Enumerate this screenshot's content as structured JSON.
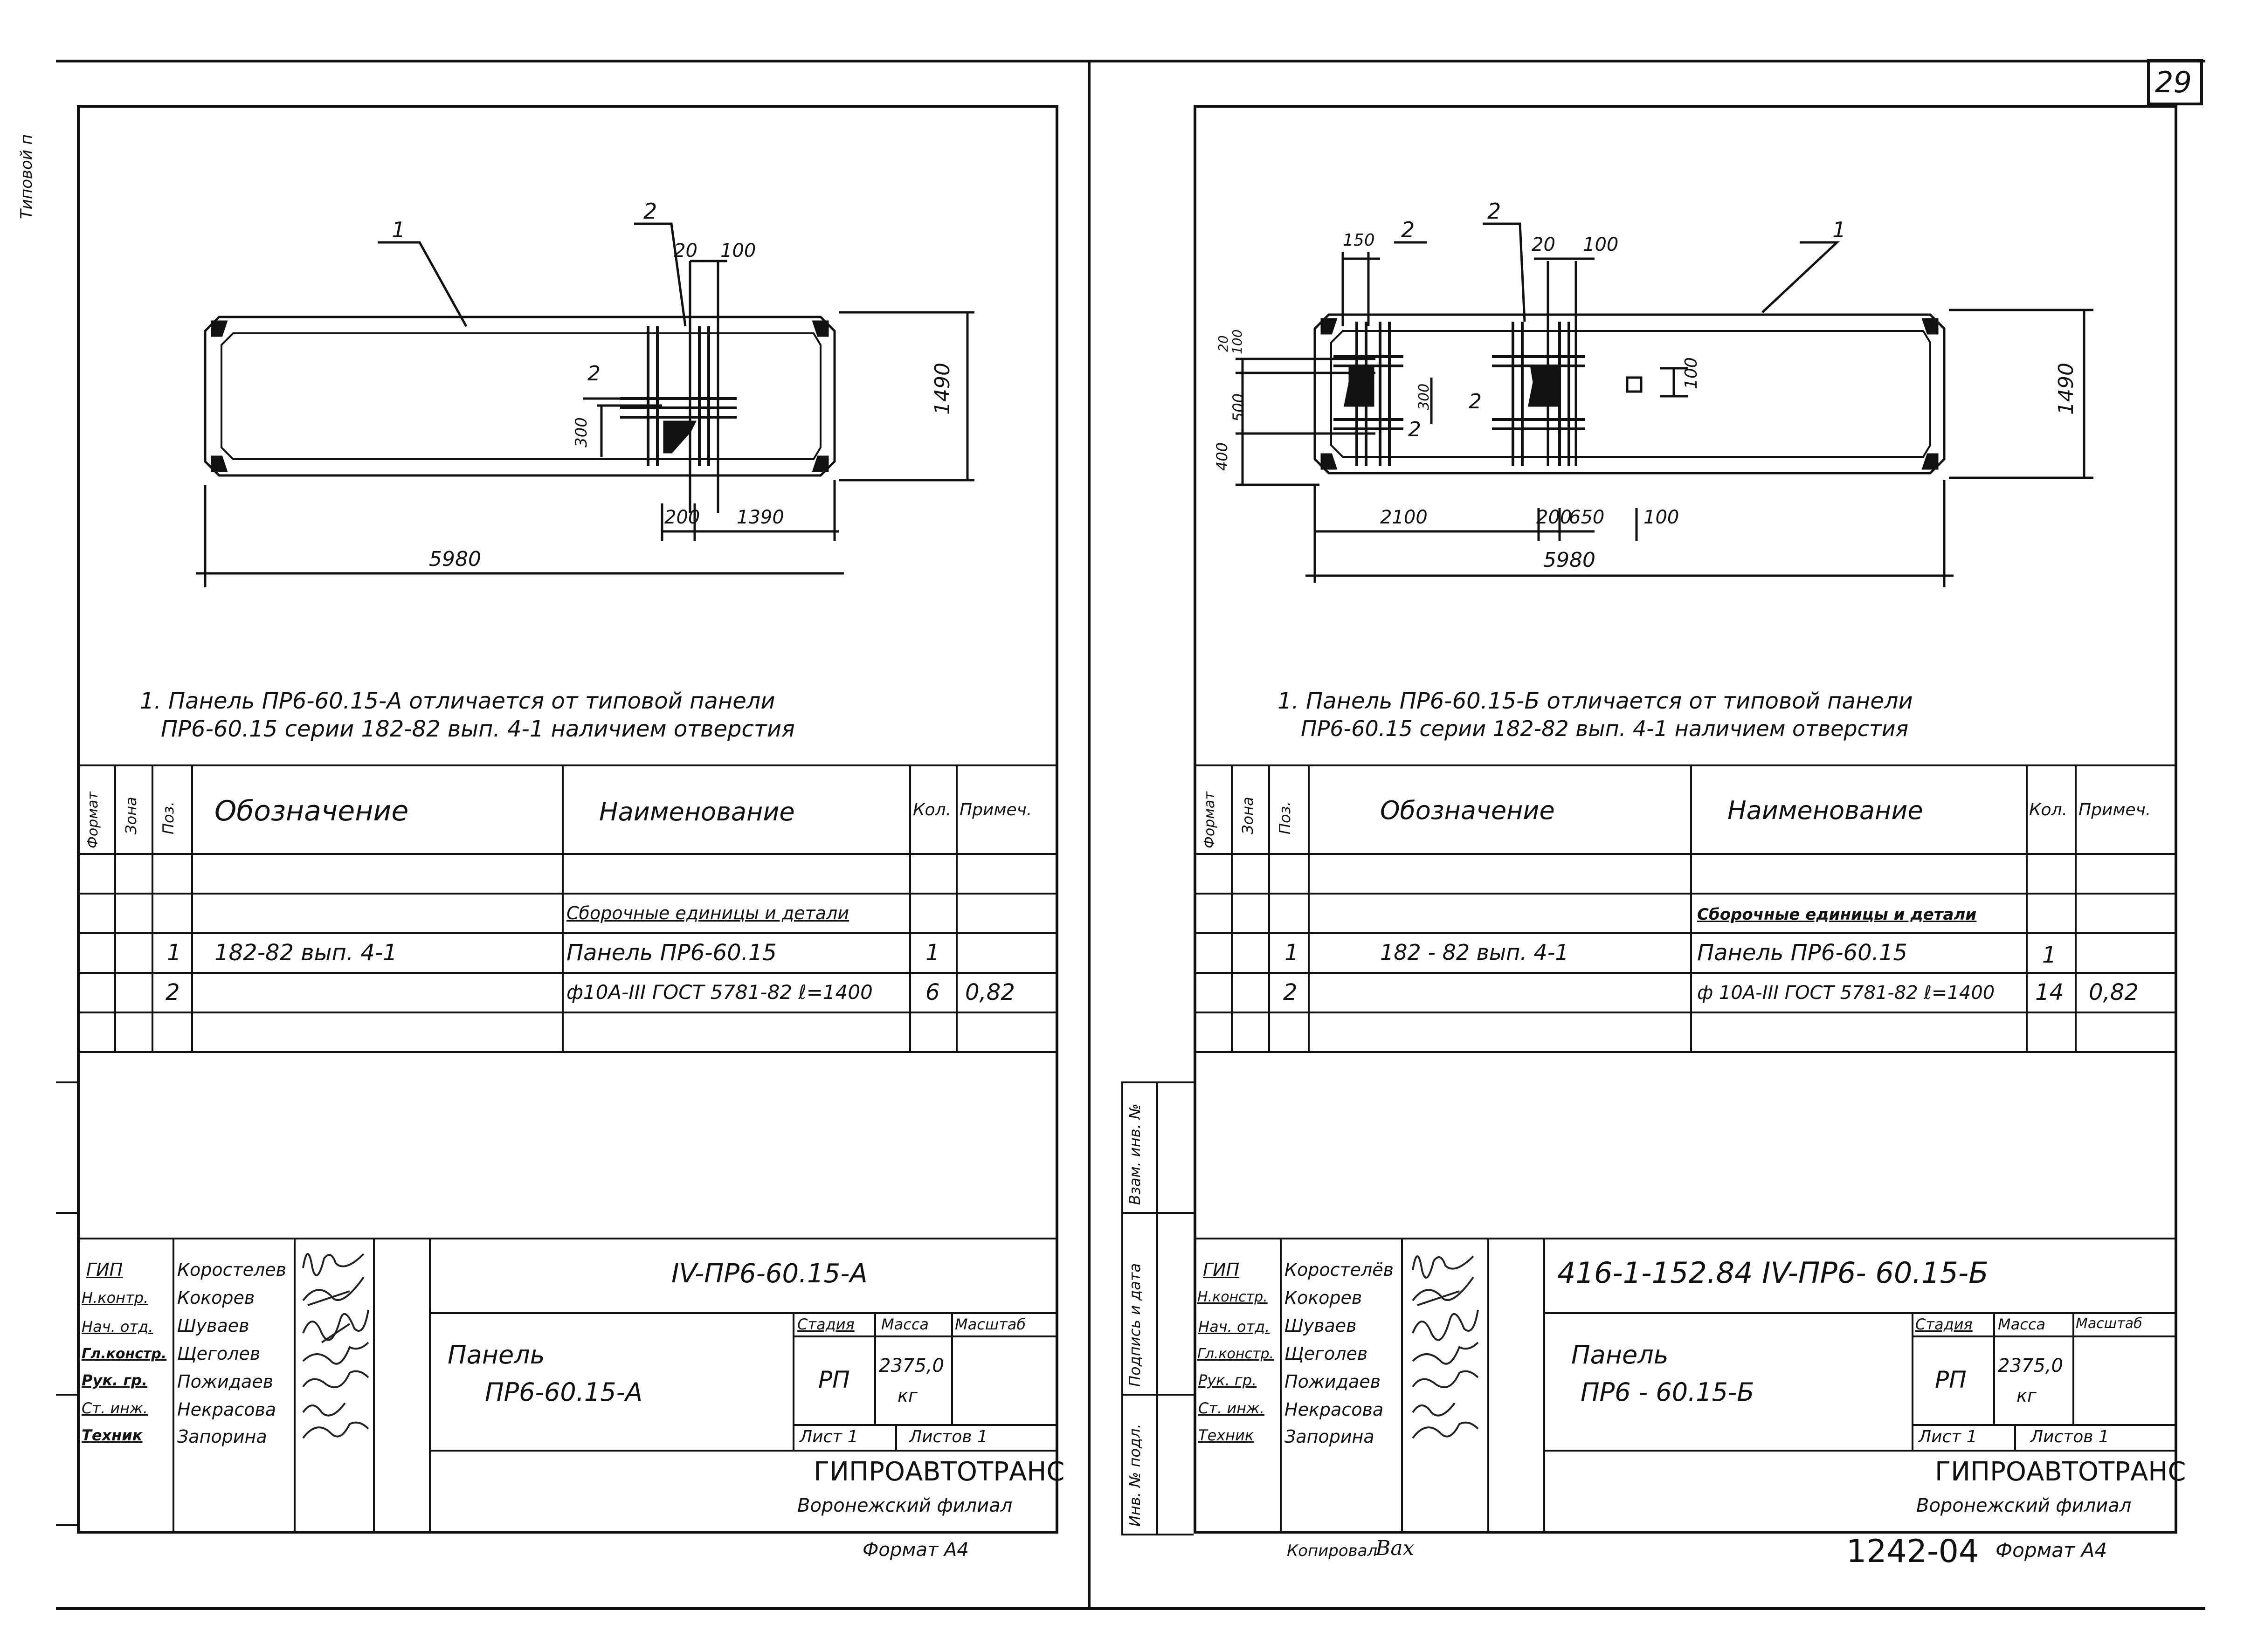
{
  "page_number": "29",
  "left_margin_stamp": "Типовой п",
  "side_labels": [
    "Инв. № подл.",
    "Подпись и дата",
    "Взам. инв. №"
  ],
  "sheets": [
    {
      "drawing": {
        "dimensions": {
          "d1": "1",
          "d2a": "2",
          "d20": "20",
          "d100": "100",
          "d2b": "2",
          "d300": "300",
          "d1490": "1490",
          "d200": "200",
          "d1390": "1390",
          "d5980": "5980"
        }
      },
      "note_line1": "1. Панель ПР6-60.15-А отличается от типовой панели",
      "note_line2": "ПР6-60.15 серии 182-82 вып. 4-1 наличием отверстия",
      "table": {
        "headers": {
          "format": "Формат",
          "zone": "Зона",
          "pos": "Поз.",
          "designation": "Обозначение",
          "name": "Наименование",
          "qty": "Кол.",
          "note": "Примеч."
        },
        "rows": [
          {
            "pos": "",
            "designation": "",
            "name": "Сборочные единицы и детали",
            "qty": "",
            "note": ""
          },
          {
            "pos": "1",
            "designation": "182-82   вып. 4-1",
            "name": "Панель ПР6-60.15",
            "qty": "1",
            "note": ""
          },
          {
            "pos": "2",
            "designation": "",
            "name": "ф10А-III ГОСТ 5781-82 ℓ=1400",
            "qty": "6",
            "note": "0,82"
          }
        ]
      },
      "title_block": {
        "code": "IV-ПР6-60.15-А",
        "people": [
          {
            "role": "ГИП",
            "name": "Коростелев"
          },
          {
            "role": "Н.контр.",
            "name": "Кокорев"
          },
          {
            "role": "Нач. отд.",
            "name": "Шуваев"
          },
          {
            "role": "Гл.констр.",
            "name": "Щеголев"
          },
          {
            "role": "Рук. гр.",
            "name": "Пожидаев"
          },
          {
            "role": "Ст. инж.",
            "name": "Некрасова"
          },
          {
            "role": "Техник",
            "name": "Запорина"
          }
        ],
        "item_name_1": "Панель",
        "item_name_2": "ПР6-60.15-А",
        "stage_label": "Стадия",
        "mass_label": "Масса",
        "scale_label": "Масштаб",
        "stage": "РП",
        "mass": "2375,0",
        "mass_unit": "кг",
        "sheet_label": "Лист 1",
        "sheets_label": "Листов 1",
        "org": "ГИПРОАВТОТРАНС",
        "branch": "Воронежский филиал"
      },
      "format": "Формат А4"
    },
    {
      "drawing": {
        "dimensions": {
          "d150": "150",
          "d2a": "2",
          "d2b": "2",
          "d20": "20",
          "d100": "100",
          "d1": "1",
          "d20v": "20",
          "d100v": "100",
          "d300": "300",
          "d2c": "2",
          "d2d": "2",
          "d100b": "100",
          "d400": "400",
          "d500": "500",
          "d1490": "1490",
          "d2100": "2100",
          "d200": "200",
          "d650": "650",
          "d100c": "100",
          "d5980": "5980"
        }
      },
      "note_line1": "1. Панель ПР6-60.15-Б отличается от типовой панели",
      "note_line2": "ПР6-60.15  серии 182-82 вып. 4-1 наличием отверстия",
      "table": {
        "headers": {
          "format": "Формат",
          "zone": "Зона",
          "pos": "Поз.",
          "designation": "Обозначение",
          "name": "Наименование",
          "qty": "Кол.",
          "note": "Примеч."
        },
        "rows": [
          {
            "pos": "",
            "designation": "",
            "name": "Сборочные единицы и детали",
            "qty": "",
            "note": ""
          },
          {
            "pos": "1",
            "designation": "182 - 82   вып. 4-1",
            "name": "Панель ПР6-60.15",
            "qty": "1",
            "note": ""
          },
          {
            "pos": "2",
            "designation": "",
            "name": "ф 10А-III ГОСТ 5781-82 ℓ=1400",
            "qty": "14",
            "note": "0,82"
          }
        ]
      },
      "title_block": {
        "code": "416-1-152.84 IV-ПР6- 60.15-Б",
        "people": [
          {
            "role": "ГИП",
            "name": "Коростелёв"
          },
          {
            "role": "Н.констр.",
            "name": "Кокорев"
          },
          {
            "role": "Нач. отд.",
            "name": "Шуваев"
          },
          {
            "role": "Гл.констр.",
            "name": "Щеголев"
          },
          {
            "role": "Рук. гр.",
            "name": "Пожидаев"
          },
          {
            "role": "Ст. инж.",
            "name": "Некрасова"
          },
          {
            "role": "Техник",
            "name": "Запорина"
          }
        ],
        "item_name_1": "Панель",
        "item_name_2": "ПР6 - 60.15-Б",
        "stage_label": "Стадия",
        "mass_label": "Масса",
        "scale_label": "Масштаб",
        "stage": "РП",
        "mass": "2375,0",
        "mass_unit": "кг",
        "sheet_label": "Лист 1",
        "sheets_label": "Листов 1",
        "org": "ГИПРОАВТОТРАНС",
        "branch": "Воронежский филиал"
      },
      "copied_by": "Копировал",
      "copied_sign": "Вах",
      "doc_number": "1242-04",
      "format": "Формат А4"
    }
  ]
}
